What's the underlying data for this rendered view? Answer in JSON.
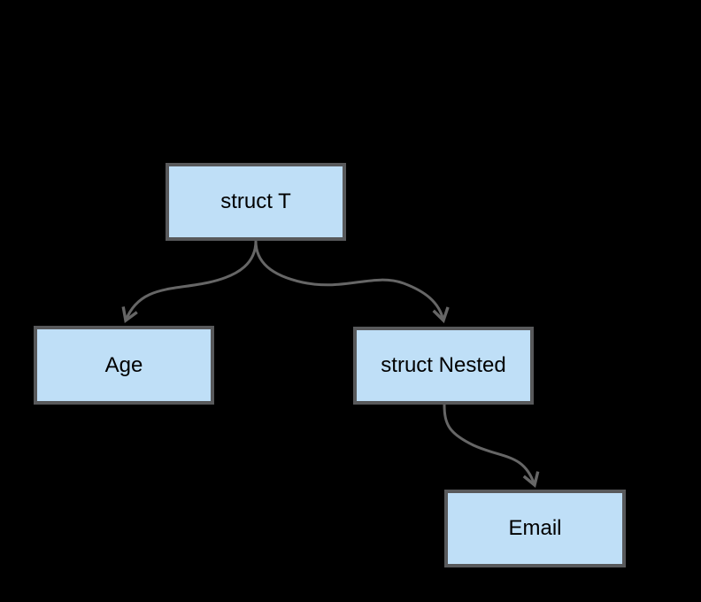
{
  "diagram": {
    "type": "flowchart",
    "background_color": "#000000",
    "node_fill_color": "#bfdff7",
    "node_border_color": "#58595b",
    "edge_color": "#666666",
    "text_color": "#000000",
    "arrowhead_style": "open-vee",
    "nodes": [
      {
        "id": "struct-t",
        "label": "struct T"
      },
      {
        "id": "age",
        "label": "Age"
      },
      {
        "id": "struct-nested",
        "label": "struct Nested"
      },
      {
        "id": "email",
        "label": "Email"
      }
    ],
    "edges": [
      {
        "from": "struct T",
        "to": "Age"
      },
      {
        "from": "struct T",
        "to": "struct Nested"
      },
      {
        "from": "struct Nested",
        "to": "Email"
      }
    ]
  }
}
